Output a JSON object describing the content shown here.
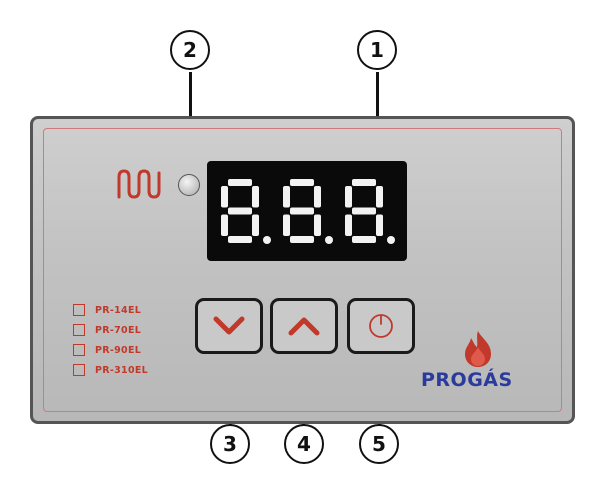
{
  "callouts": {
    "c1": "1",
    "c2": "2",
    "c3": "3",
    "c4": "4",
    "c5": "5"
  },
  "display": {
    "readout": "8.8.8."
  },
  "buttons": {
    "down": "chevron-down-icon",
    "up": "chevron-up-icon",
    "power": "power-icon"
  },
  "models": [
    "PR-14EL",
    "PR-70EL",
    "PR-90EL",
    "PR-310EL"
  ],
  "brand": {
    "name": "PROGÁS",
    "logo": "flame-icon"
  },
  "colors": {
    "panel": "#c4c4c4",
    "accent_red": "#c0392b",
    "brand_blue": "#2a3b9c",
    "display_bg": "#0a0a0a",
    "segment_on": "#f2f2f2",
    "segment_off": "#2b2b2b"
  }
}
